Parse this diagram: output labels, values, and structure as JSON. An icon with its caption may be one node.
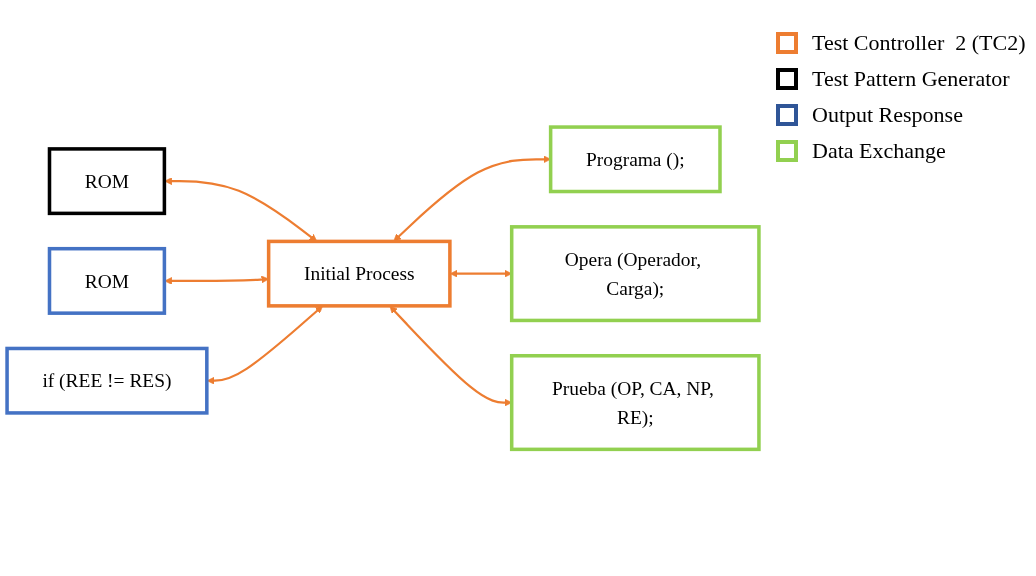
{
  "diagram": {
    "nodes": [
      {
        "text": [
          "ROM"
        ]
      },
      {
        "text": [
          "ROM"
        ]
      },
      {
        "text": [
          "if (REE != RES)"
        ]
      },
      {
        "text": [
          "Initial Process"
        ]
      },
      {
        "text": [
          "Programa ();"
        ]
      },
      {
        "text": [
          "Opera (Operador, Carga);"
        ]
      },
      {
        "text": [
          "Prueba (OP, CA, NP, RE);"
        ]
      }
    ],
    "edges": [
      {
        "from": 0,
        "to": 3,
        "arrow": "both"
      },
      {
        "from": 1,
        "to": 3,
        "arrow": "both"
      },
      {
        "from": 2,
        "to": 3,
        "arrow": "both"
      },
      {
        "from": 3,
        "to": 4,
        "arrow": "both"
      },
      {
        "from": 3,
        "to": 5,
        "arrow": "both"
      },
      {
        "from": 3,
        "to": 6,
        "arrow": "both"
      }
    ],
    "legend": [
      {
        "text": "Test Controller  2 (TC2)",
        "color": "#ed7d31"
      },
      {
        "text": "Test Pattern Generator",
        "color": "#000000"
      },
      {
        "text": "Output Response",
        "color": "#2f5597"
      },
      {
        "text": "Data Exchange",
        "color": "#92d050"
      }
    ]
  }
}
